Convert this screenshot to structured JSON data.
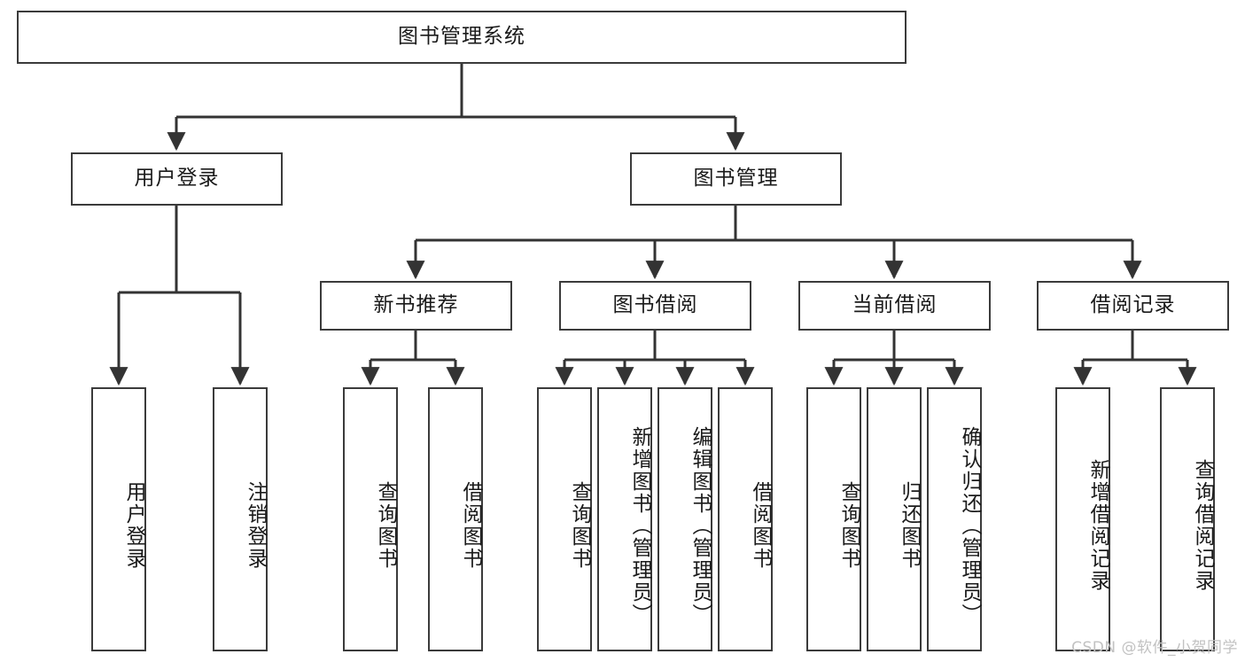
{
  "diagram": {
    "type": "tree",
    "title": "图书管理系统",
    "watermark": "CSDN @软件_小贺同学",
    "colors": {
      "background": "#ffffff",
      "box_border": "#3b3b3b",
      "box_fill": "#ffffff",
      "text": "#1a1a1a",
      "connector": "#333333",
      "watermark": "#c2c2c2"
    },
    "nodes": {
      "root": {
        "label": "图书管理系统",
        "level": 1,
        "orientation": "horizontal"
      },
      "user_login": {
        "label": "用户登录",
        "level": 2,
        "orientation": "horizontal"
      },
      "book_manage": {
        "label": "图书管理",
        "level": 2,
        "orientation": "horizontal"
      },
      "new_book_rec": {
        "label": "新书推荐",
        "level": 3,
        "orientation": "horizontal"
      },
      "book_borrow": {
        "label": "图书借阅",
        "level": 3,
        "orientation": "horizontal"
      },
      "current_borrow": {
        "label": "当前借阅",
        "level": 3,
        "orientation": "horizontal"
      },
      "borrow_record": {
        "label": "借阅记录",
        "level": 3,
        "orientation": "horizontal"
      },
      "leaf_user_login": {
        "label": "用户登录",
        "level": 4,
        "orientation": "vertical"
      },
      "leaf_logout": {
        "label": "注销登录",
        "level": 4,
        "orientation": "vertical"
      },
      "leaf_rec_query": {
        "label": "查询图书",
        "level": 4,
        "orientation": "vertical"
      },
      "leaf_rec_borrow": {
        "label": "借阅图书",
        "level": 4,
        "orientation": "vertical"
      },
      "leaf_bb_query": {
        "label": "查询图书",
        "level": 4,
        "orientation": "vertical"
      },
      "leaf_bb_add": {
        "label": "新增图书（管理员）",
        "level": 4,
        "orientation": "vertical"
      },
      "leaf_bb_edit": {
        "label": "编辑图书（管理员）",
        "level": 4,
        "orientation": "vertical"
      },
      "leaf_bb_borrow": {
        "label": "借阅图书",
        "level": 4,
        "orientation": "vertical"
      },
      "leaf_cb_query": {
        "label": "查询图书",
        "level": 4,
        "orientation": "vertical"
      },
      "leaf_cb_return": {
        "label": "归还图书",
        "level": 4,
        "orientation": "vertical"
      },
      "leaf_cb_confirm": {
        "label": "确认归还（管理员）",
        "level": 4,
        "orientation": "vertical"
      },
      "leaf_br_add": {
        "label": "新增借阅记录",
        "level": 4,
        "orientation": "vertical"
      },
      "leaf_br_query": {
        "label": "查询借阅记录",
        "level": 4,
        "orientation": "vertical"
      }
    },
    "edges": [
      {
        "from": "root",
        "to": "user_login"
      },
      {
        "from": "root",
        "to": "book_manage"
      },
      {
        "from": "user_login",
        "to": "leaf_user_login"
      },
      {
        "from": "user_login",
        "to": "leaf_logout"
      },
      {
        "from": "book_manage",
        "to": "new_book_rec"
      },
      {
        "from": "book_manage",
        "to": "book_borrow"
      },
      {
        "from": "book_manage",
        "to": "current_borrow"
      },
      {
        "from": "book_manage",
        "to": "borrow_record"
      },
      {
        "from": "new_book_rec",
        "to": "leaf_rec_query"
      },
      {
        "from": "new_book_rec",
        "to": "leaf_rec_borrow"
      },
      {
        "from": "book_borrow",
        "to": "leaf_bb_query"
      },
      {
        "from": "book_borrow",
        "to": "leaf_bb_add"
      },
      {
        "from": "book_borrow",
        "to": "leaf_bb_edit"
      },
      {
        "from": "book_borrow",
        "to": "leaf_bb_borrow"
      },
      {
        "from": "current_borrow",
        "to": "leaf_cb_query"
      },
      {
        "from": "current_borrow",
        "to": "leaf_cb_return"
      },
      {
        "from": "current_borrow",
        "to": "leaf_cb_confirm"
      },
      {
        "from": "borrow_record",
        "to": "leaf_br_add"
      },
      {
        "from": "borrow_record",
        "to": "leaf_br_query"
      }
    ]
  }
}
